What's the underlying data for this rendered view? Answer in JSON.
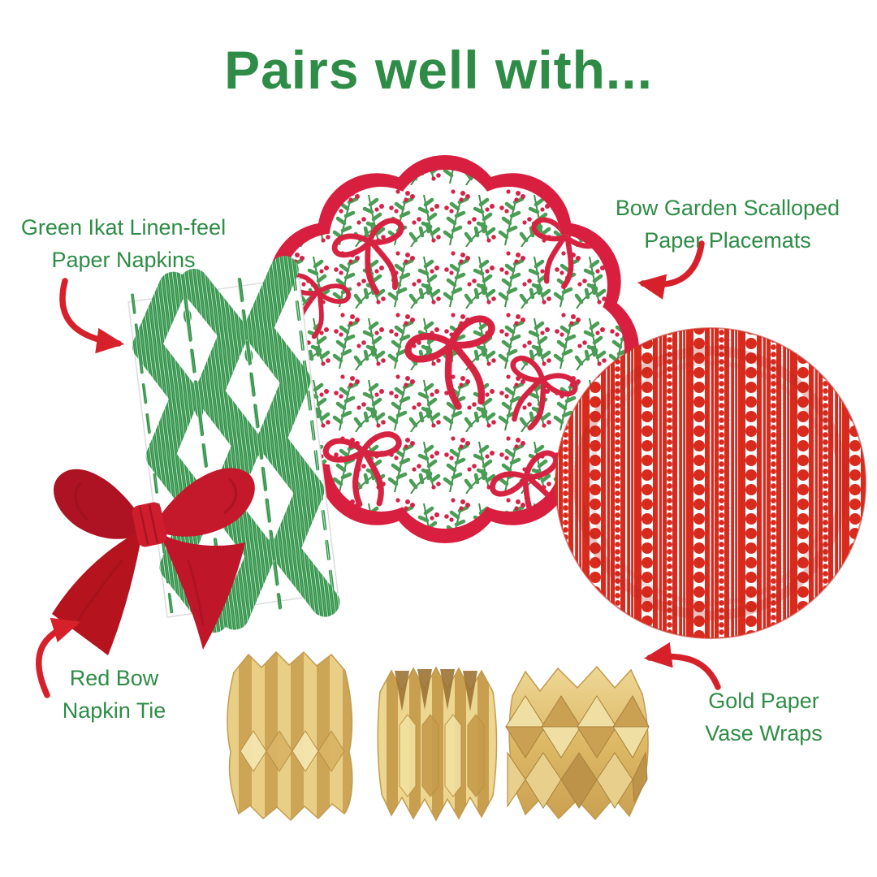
{
  "title": {
    "text": "Pairs well with..."
  },
  "products": {
    "napkins": {
      "label_line1": "Green Ikat Linen-feel",
      "label_line2": "Paper Napkins"
    },
    "placemats": {
      "label_line1": "Bow Garden Scalloped",
      "label_line2": "Paper Placemats"
    },
    "napkin_tie": {
      "label_line1": "Red Bow",
      "label_line2": "Napkin Tie"
    },
    "vase_wraps": {
      "label_line1": "Gold Paper",
      "label_line2": "Vase Wraps"
    }
  },
  "colors": {
    "background": "#ffffff",
    "title_green": "#2e8c46",
    "label_green": "#2e8c46",
    "arrow_red": "#d6212b",
    "placemat_border_red": "#d81f3f",
    "placemat_bow_red": "#d72342",
    "plate_red": "#d92a1e",
    "bow_velvet_red": "#c4182b",
    "ikat_green": "#2f9347",
    "vase_gold": "#e0bd6e"
  }
}
